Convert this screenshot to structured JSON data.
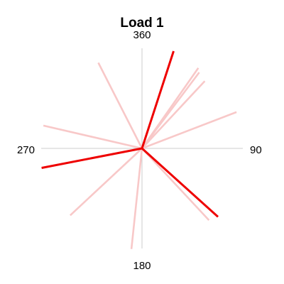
{
  "chart_data": {
    "type": "polar-vector",
    "title": "Load 1",
    "direction_labels": {
      "north": "360",
      "east": "90",
      "south": "180",
      "west": "270"
    },
    "max_magnitude": 1.0,
    "series": [
      {
        "style": "faint",
        "color": "#f8c8c8",
        "vectors": [
          {
            "angle": 333,
            "magnitude": 0.94
          },
          {
            "angle": 35,
            "magnitude": 0.96
          },
          {
            "angle": 37,
            "magnitude": 0.93
          },
          {
            "angle": 43,
            "magnitude": 0.9
          },
          {
            "angle": 69,
            "magnitude": 0.99
          },
          {
            "angle": 283,
            "magnitude": 0.99
          },
          {
            "angle": 227,
            "magnitude": 0.96
          },
          {
            "angle": 186,
            "magnitude": 0.99
          },
          {
            "angle": 137,
            "magnitude": 0.96
          }
        ]
      },
      {
        "style": "strong",
        "color": "#ee0000",
        "vectors": [
          {
            "angle": 18,
            "magnitude": 1.0
          },
          {
            "angle": 259,
            "magnitude": 1.0
          },
          {
            "angle": 132,
            "magnitude": 1.0
          }
        ]
      }
    ]
  }
}
